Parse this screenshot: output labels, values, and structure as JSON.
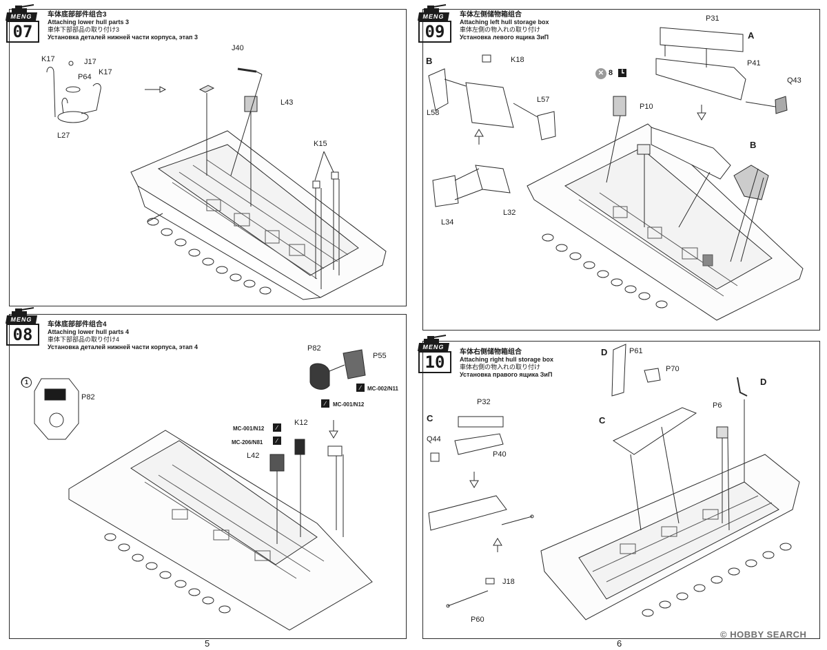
{
  "steps": [
    {
      "number": "07",
      "title_cn": "车体底部部件组合3",
      "title_en": "Attaching lower hull parts 3",
      "title_jp": "車体下部部品の取り付け3",
      "title_ru": "Установка деталей нижней части корпуса, этап 3",
      "parts": [
        "K17",
        "J17",
        "P64",
        "K17",
        "L27",
        "J40",
        "L43",
        "K15"
      ]
    },
    {
      "number": "08",
      "title_cn": "车体底部部件组合4",
      "title_en": "Attaching lower hull parts 4",
      "title_jp": "車体下部部品の取り付け4",
      "title_ru": "Установка деталей нижней части корпуса, этап 4",
      "parts": [
        "P82",
        "P82",
        "P55",
        "K12",
        "L42"
      ],
      "callout_number": "1",
      "paint_codes": [
        "MC-002/N11",
        "MC-001/N12",
        "MC-001/N12",
        "MC-206/N81"
      ]
    },
    {
      "number": "09",
      "title_cn": "车体左侧储物箱组合",
      "title_en": "Attaching left hull storage box",
      "title_jp": "車体左側の物入れの取り付け",
      "title_ru": "Установка левого ящика ЗиП",
      "parts": [
        "P31",
        "A",
        "P41",
        "Q43",
        "B",
        "K18",
        "L58",
        "L57",
        "P10",
        "B",
        "L32",
        "L34"
      ],
      "repeat_count": "8"
    },
    {
      "number": "10",
      "title_cn": "车体右侧储物箱组合",
      "title_en": "Attaching right hull storage box",
      "title_jp": "車体右側の物入れの取り付け",
      "title_ru": "Установка правого ящика ЗиП",
      "parts": [
        "D",
        "P61",
        "P70",
        "D",
        "C",
        "P32",
        "Q44",
        "P40",
        "C",
        "P6",
        "J18",
        "P60"
      ]
    }
  ],
  "brand": "MENG",
  "page_numbers": [
    "5",
    "6"
  ],
  "watermark": "HOBBY SEARCH",
  "icons": [
    "tank-logo-icon",
    "arrow-icon",
    "paint-brush-icon",
    "repeat-x-icon",
    "boot-icon"
  ]
}
